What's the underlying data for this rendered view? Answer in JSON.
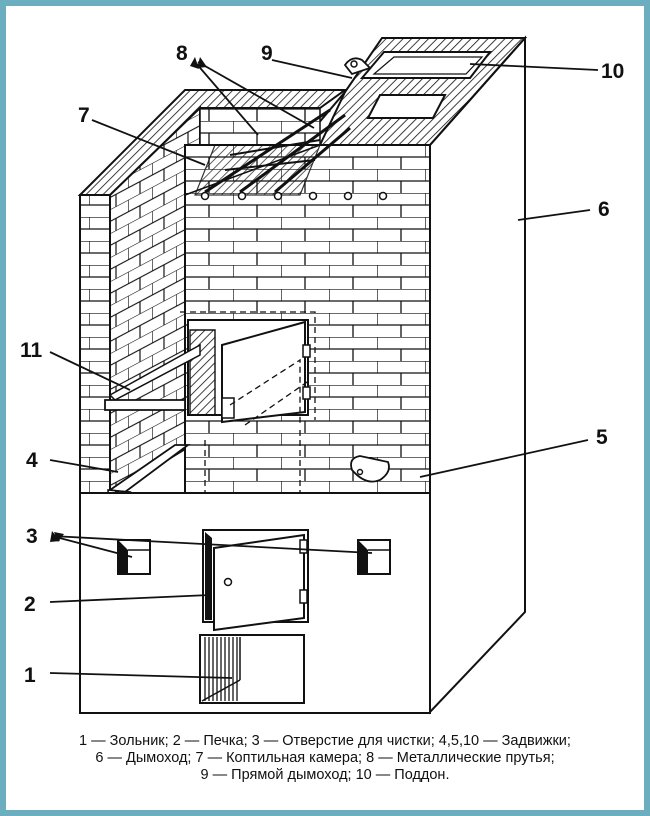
{
  "labels": {
    "l1": "1",
    "l2": "2",
    "l3": "3",
    "l4": "4",
    "l5": "5",
    "l6": "6",
    "l7": "7",
    "l8": "8",
    "l9": "9",
    "l10": "10",
    "l11": "11"
  },
  "caption": {
    "line1": "1 — Зольник; 2 — Печка; 3 — Отверстие для чистки; 4,5,10 — Задвижки;",
    "line2": "6 — Дымоход; 7 — Коптильная камера; 8 — Металлические прутья;",
    "line3": "9 — Прямой дымоход; 10 — Поддон."
  },
  "colors": {
    "frame": "#6aaec0",
    "ink": "#111111",
    "paper": "#ffffff"
  }
}
